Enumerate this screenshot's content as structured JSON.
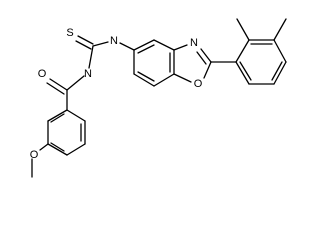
{
  "molecule": {
    "atoms": {
      "sulfur": "S",
      "thioamide_nitrogen": "N",
      "carbonyl_oxygen": "O",
      "amide_nitrogen": "N",
      "oxazole_nitrogen": "N",
      "oxazole_oxygen": "O",
      "methoxy_oxygen": "O"
    }
  }
}
